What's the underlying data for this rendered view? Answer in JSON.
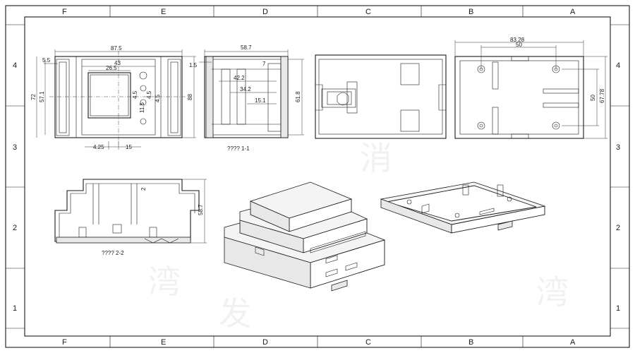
{
  "frame": {
    "top_columns": [
      "F",
      "E",
      "D",
      "C",
      "B",
      "A"
    ],
    "bottom_columns": [
      "F",
      "E",
      "D",
      "C",
      "B",
      "A"
    ],
    "left_rows": [
      "4",
      "3",
      "2",
      "1"
    ],
    "right_rows": [
      "4",
      "3",
      "2",
      "1"
    ]
  },
  "front_view": {
    "dims": {
      "overall_width": "87.5",
      "inner_width": "43",
      "window_width": "26.5",
      "left_margin": "5.5",
      "height_outer": "72",
      "height_inner": "57.1",
      "height_right": "88",
      "hole_spacing_a": "4.5",
      "hole_spacing_b": "11.5",
      "hole_spacing_c": "4.5",
      "hole_spacing_d": "4.5",
      "bottom_left": "4.25",
      "bottom_right": "15"
    }
  },
  "section_1": {
    "caption": "???? 1-1",
    "dims": {
      "overall_width": "58.7",
      "d1": "42.2",
      "d2": "34.2",
      "d3": "15.1",
      "lip": "1.5",
      "step": "7",
      "height": "61.8"
    }
  },
  "plan_view": {
    "dims": {
      "overall": "83.28",
      "hole_spacing_x": "50",
      "hole_spacing_y": "50",
      "height": "67.78"
    }
  },
  "section_2": {
    "caption": "???? 2-2",
    "dims": {
      "height": "58.7",
      "step": "2"
    }
  },
  "watermark": [
    "湾",
    "发",
    "消",
    "湾"
  ]
}
